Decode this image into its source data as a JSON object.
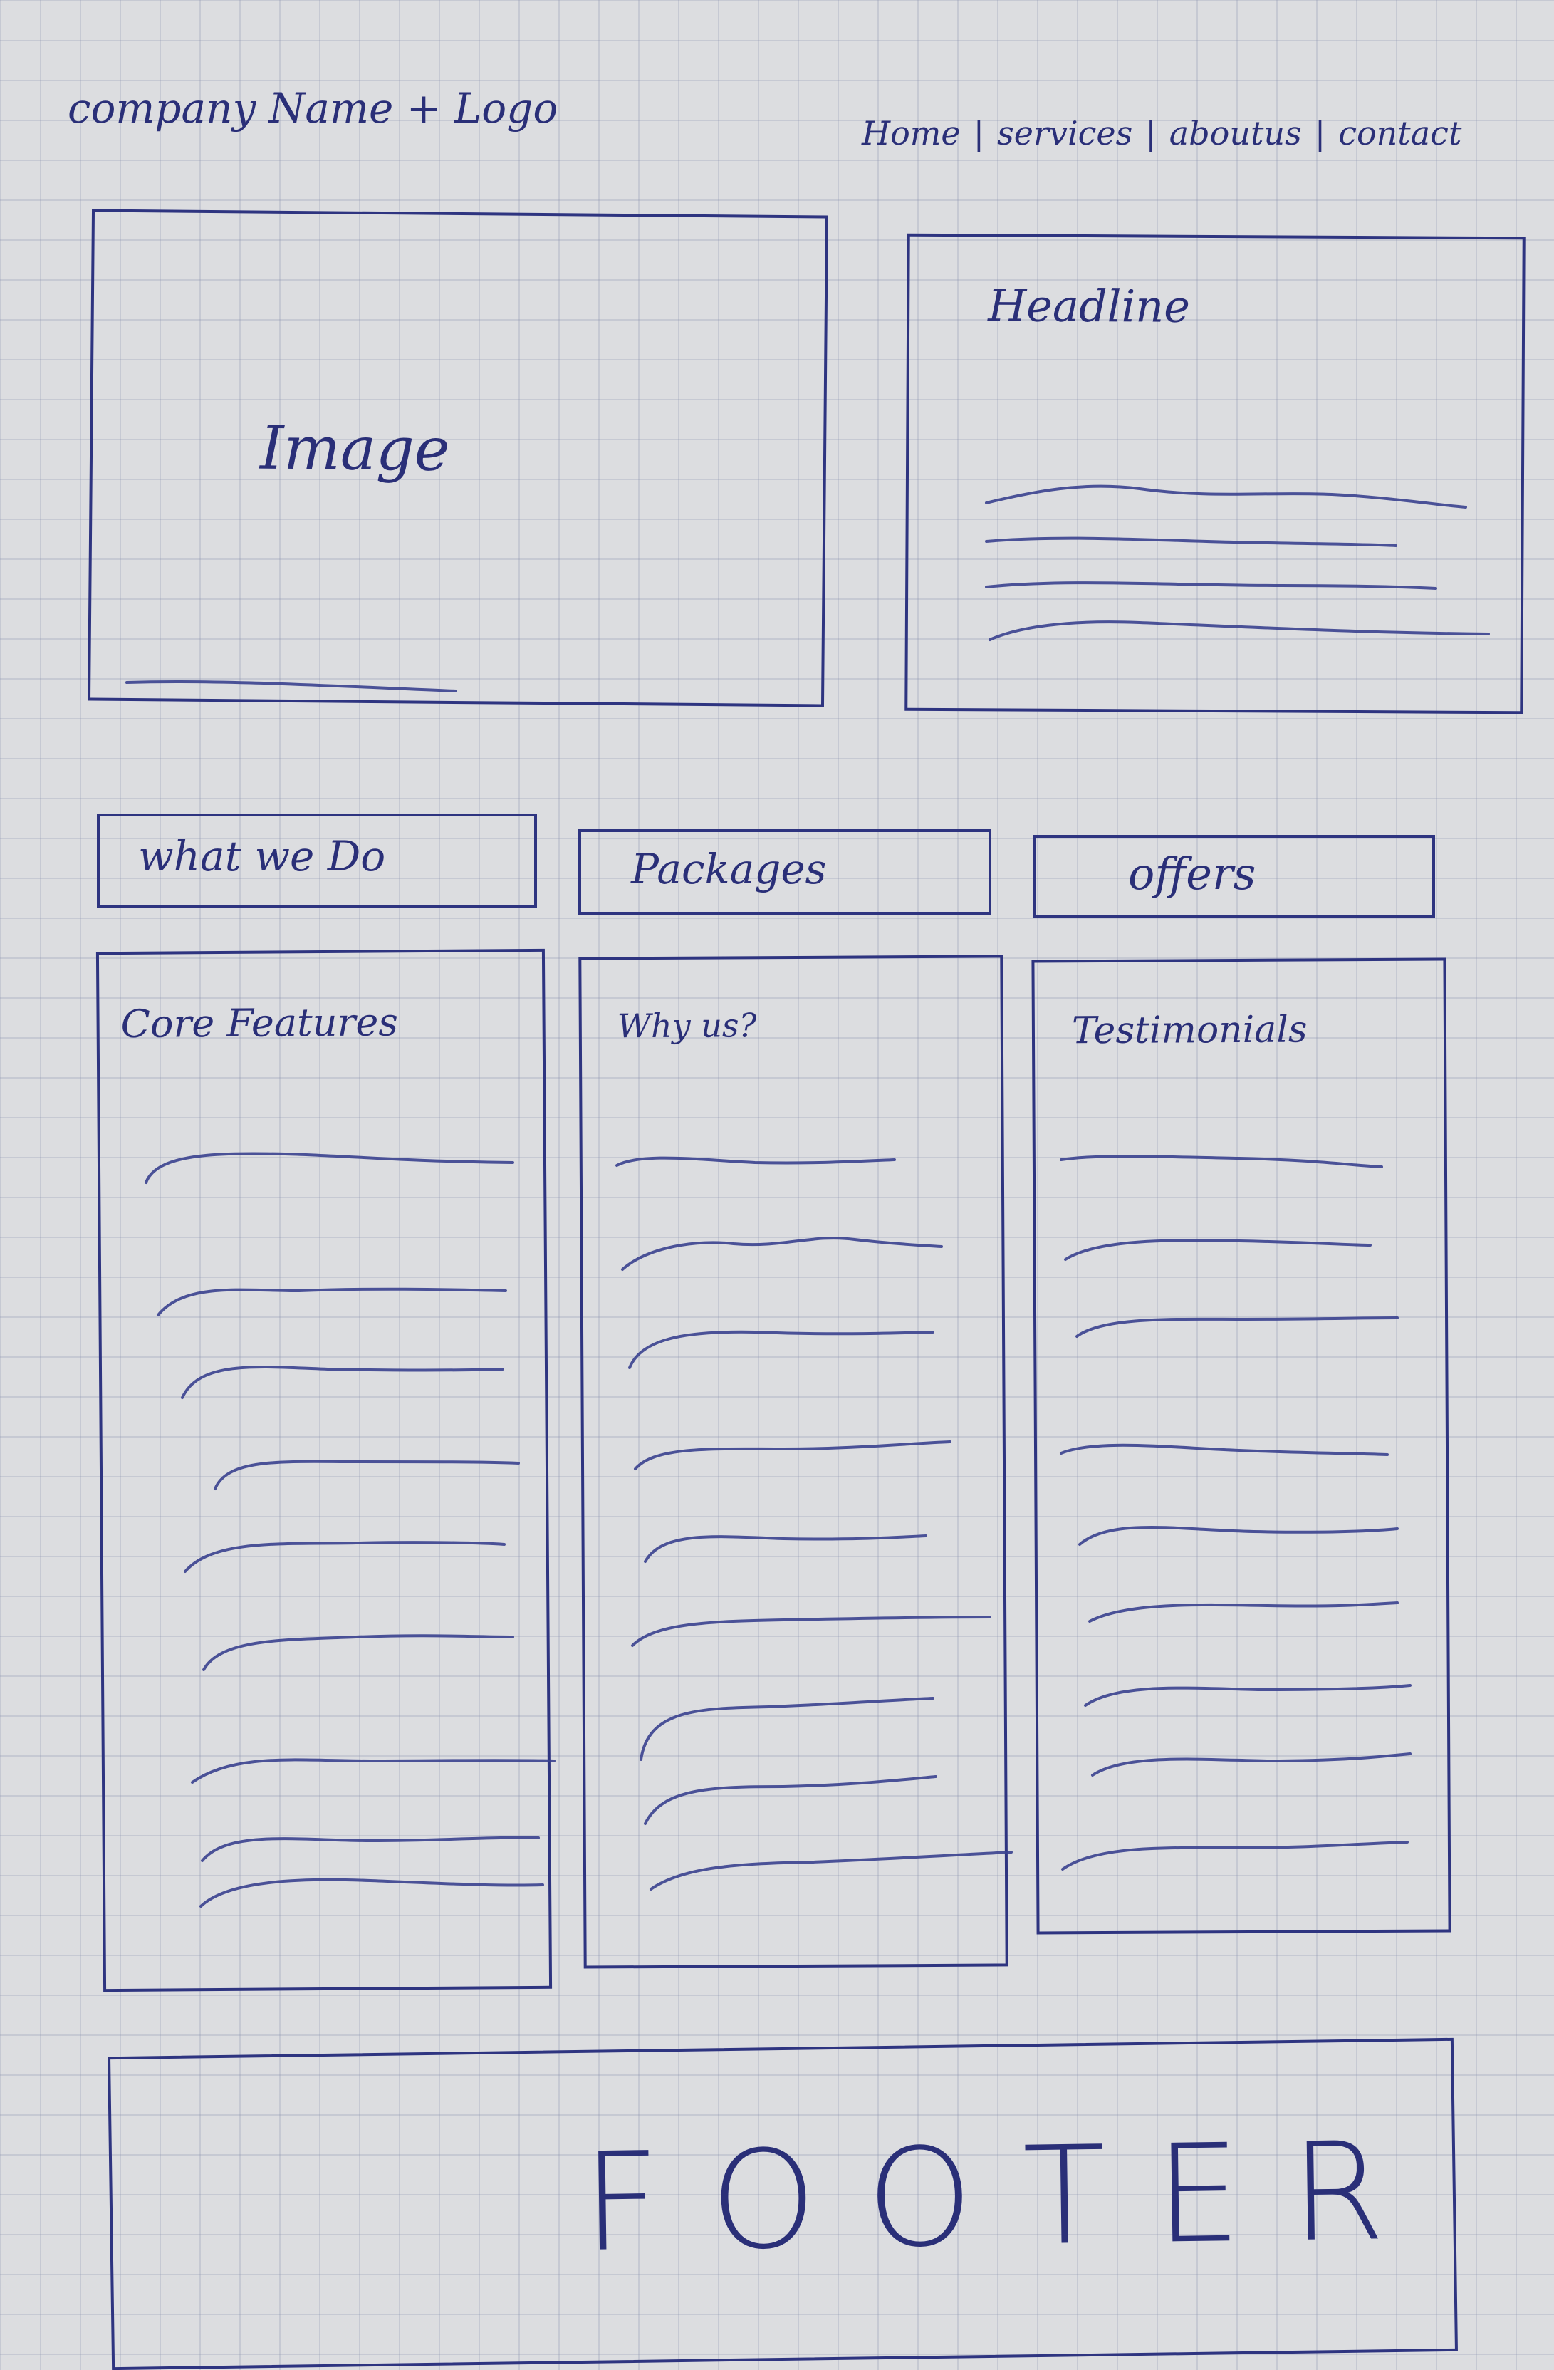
{
  "header": {
    "brand": "company Name + Logo",
    "nav": [
      "Home",
      "services",
      "aboutus",
      "contact"
    ]
  },
  "hero": {
    "image_label": "Image",
    "headline": "Headline"
  },
  "tabs": [
    "what we Do",
    "Packages",
    "offers"
  ],
  "columns": [
    {
      "title": "Core Features"
    },
    {
      "title": "Why us?"
    },
    {
      "title": "Testimonials"
    }
  ],
  "footer": {
    "label": "FOOTER"
  }
}
